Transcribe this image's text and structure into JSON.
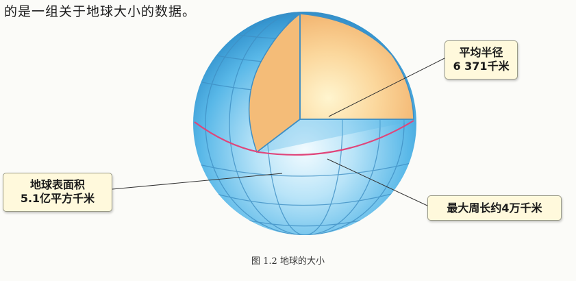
{
  "intro_text": "的是一组关于地球大小的数据。",
  "labels": {
    "radius": {
      "line1": "平均半径",
      "line2": "6 371千米"
    },
    "surface_area": {
      "line1": "地球表面积",
      "line2": "5.1亿平方千米"
    },
    "circumference": {
      "line1": "最大周长约4万千米"
    }
  },
  "caption": "图 1.2    地球的大小",
  "colors": {
    "ocean_blue": "#4fb3e6",
    "cutaway_orange": "#f4b46c",
    "equator_red": "#e0457a",
    "grid_line": "#3f8fc4"
  }
}
